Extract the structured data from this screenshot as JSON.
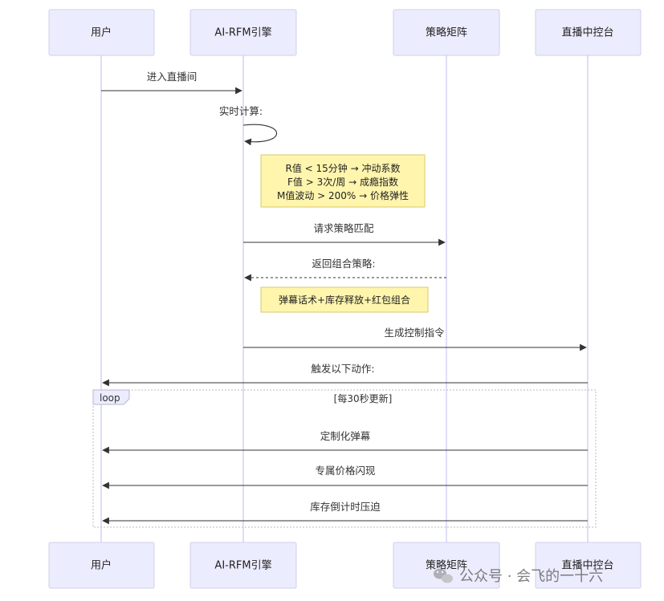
{
  "actors": {
    "user": "用户",
    "engine": "AI-RFM引擎",
    "matrix": "策略矩阵",
    "console": "直播中控台"
  },
  "messages": {
    "enter_room": "进入直播间",
    "realtime_calc": "实时计算:",
    "request_match": "请求策略匹配",
    "return_combo": "返回组合策略:",
    "gen_command": "生成控制指令",
    "trigger_actions": "触发以下动作:",
    "custom_barrage": "定制化弹幕",
    "price_flash": "专属价格闪现",
    "stock_countdown": "库存倒计时压迫"
  },
  "notes": {
    "rfm_lines": [
      "R值 < 15分钟 → 冲动系数",
      "F值 > 3次/周 → 成瘾指数",
      "M值波动 > 200% → 价格弹性"
    ],
    "combo": "弹幕话术+库存释放+红包组合"
  },
  "loop": {
    "label": "loop",
    "condition": "[每30秒更新]"
  },
  "watermark": "公众号 · 会飞的一十六",
  "colors": {
    "actor_fill": "#ececff",
    "note_fill": "#fff5ad",
    "lifeline": "#c8c8f2"
  }
}
